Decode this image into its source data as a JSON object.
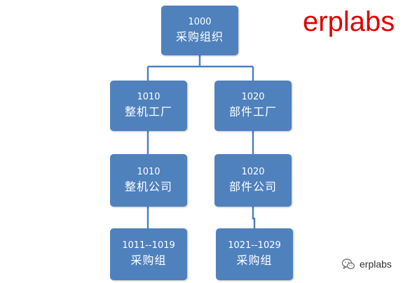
{
  "brand": {
    "text": "erplabs",
    "color": "#e00000"
  },
  "watermark": {
    "text": "erplabs",
    "icon": "wechat-icon"
  },
  "colors": {
    "box": "#4f81bd",
    "line": "#4f81bd",
    "text": "#ffffff"
  },
  "nodes": {
    "root": {
      "code": "1000",
      "label": "采购组织"
    },
    "plant_left": {
      "code": "1010",
      "label": "整机工厂"
    },
    "plant_right": {
      "code": "1020",
      "label": "部件工厂"
    },
    "company_left": {
      "code": "1010",
      "label": "整机公司"
    },
    "company_right": {
      "code": "1020",
      "label": "部件公司"
    },
    "group_left": {
      "code": "1011--1019",
      "label": "采购组"
    },
    "group_right": {
      "code": "1021--1029",
      "label": "采购组"
    }
  }
}
